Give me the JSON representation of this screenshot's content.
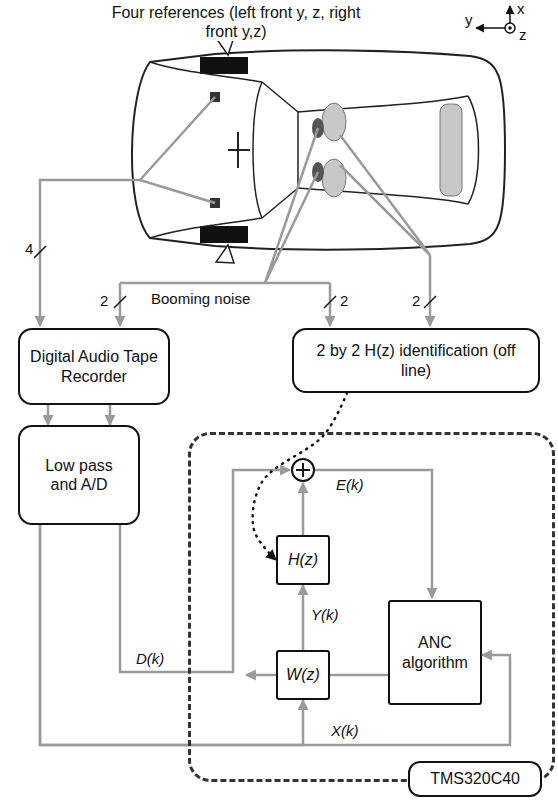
{
  "diagram": {
    "nodes": [
      {
        "text": [
          "Digital Audio Tape Recorder"
        ]
      },
      {
        "text": [
          "2 by 2 H(z) identification (off line)"
        ]
      },
      {
        "text": [
          "Low pass and A/D"
        ]
      },
      {
        "text": [
          "TMS320C40"
        ]
      },
      {
        "text": [
          "H(z)"
        ],
        "in": 3
      },
      {
        "text": [
          "W(z)"
        ],
        "in": 3
      },
      {
        "text": [
          "ANC algorithm"
        ],
        "in": 3
      }
    ],
    "edges": [
      {
        "from": 0,
        "to": 2,
        "arrow": "to"
      },
      {
        "from": 0,
        "to": 2,
        "arrow": "to"
      },
      {
        "from": 1,
        "to": 4,
        "arrow": "to"
      },
      {
        "from": 5,
        "to": 4,
        "label": "Y(k)",
        "arrow": "to"
      },
      {
        "from": 6,
        "to": 5,
        "arrow": "none"
      },
      {
        "from": 2,
        "to": 5,
        "label": "X(k)",
        "arrow": "to"
      },
      {
        "from": 2,
        "to": 6,
        "arrow": "to"
      }
    ],
    "labels": [
      "Four references (left front y, z, right front y,z)",
      "x",
      "y",
      "z",
      "4",
      "2",
      "Booming noise",
      "2",
      "2",
      "E(k)",
      "D(k)"
    ]
  }
}
